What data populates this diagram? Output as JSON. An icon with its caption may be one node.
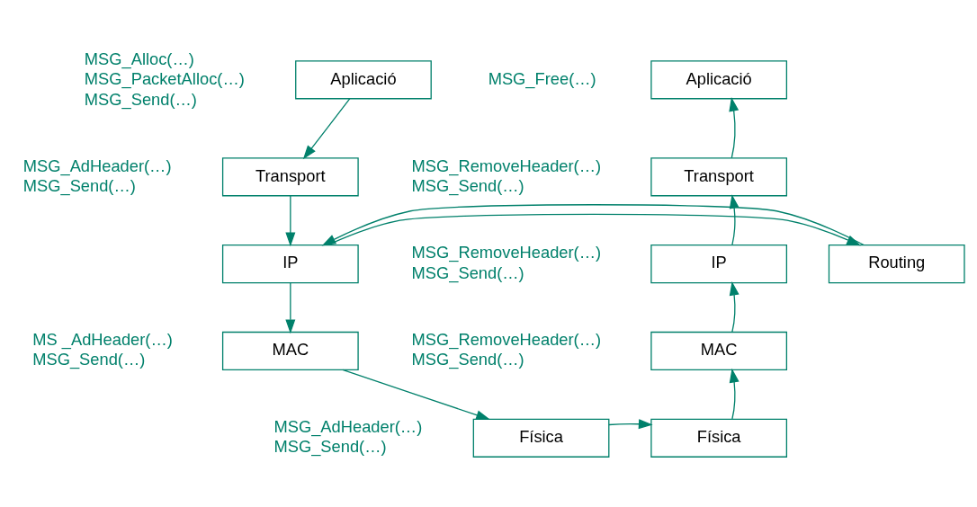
{
  "diagram": {
    "nodes": [
      {
        "text": [
          "Aplicació"
        ]
      },
      {
        "text": [
          "Transport"
        ]
      },
      {
        "text": [
          "Routing"
        ]
      },
      {
        "text": [
          "IP"
        ]
      },
      {
        "text": [
          "MAC"
        ]
      },
      {
        "text": [
          "Física"
        ]
      },
      {
        "text": [
          "Aplicació"
        ]
      },
      {
        "text": [
          "Transport"
        ]
      },
      {
        "text": [
          "IP"
        ]
      },
      {
        "text": [
          "MAC"
        ]
      },
      {
        "text": [
          "Física"
        ]
      }
    ],
    "edges": [
      {
        "from": 0,
        "to": 1,
        "arrow": "to"
      },
      {
        "from": 1,
        "to": 3,
        "arrow": "to"
      },
      {
        "from": 3,
        "to": 2,
        "arrow": "to"
      },
      {
        "from": 2,
        "to": 3,
        "arrow": "to"
      },
      {
        "from": 3,
        "to": 4,
        "arrow": "to"
      },
      {
        "from": 4,
        "to": 5,
        "arrow": "to"
      },
      {
        "from": 5,
        "to": 10,
        "arrow": "to"
      },
      {
        "from": 10,
        "to": 9,
        "arrow": "to"
      },
      {
        "from": 9,
        "to": 8,
        "arrow": "to"
      },
      {
        "from": 8,
        "to": 7,
        "arrow": "to"
      },
      {
        "from": 7,
        "to": 6,
        "arrow": "to"
      }
    ],
    "labels": [
      "MSG_Alloc(…)",
      "MSG_PacketAlloc(…)",
      "MSG_Send(…)",
      "MSG_Free(…)",
      "MSG_AdHeader(…)",
      "MSG_Send(…)",
      "MSG_RemoveHeader(…)",
      "MSG_Send(…)",
      "MSG_RemoveHeader(…)",
      "MSG_Send(…)",
      "MS _AdHeader(…)",
      "MSG_Send(…)",
      "MSG_RemoveHeader(…)",
      "MSG_Send(…)",
      "MSG_AdHeader(…)",
      "MSG_Send(…)"
    ]
  }
}
